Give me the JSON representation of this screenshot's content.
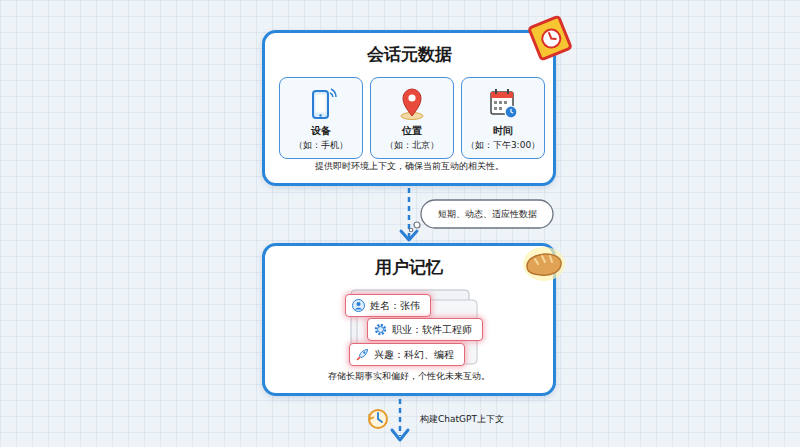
{
  "diagram": {
    "nodes": [
      {
        "text": [
          "会话元数据",
          "提供即时环境上下文，确保当前互动的相关性。"
        ]
      },
      {
        "text": [
          "设备",
          "（如：手机）"
        ],
        "in": 0
      },
      {
        "text": [
          "位置",
          "（如：北京）"
        ],
        "in": 0
      },
      {
        "text": [
          "时间",
          "（如：下午3:00）"
        ],
        "in": 0
      },
      {
        "text": [
          "用户记忆",
          "存储长期事实和偏好，个性化未来互动。"
        ]
      },
      {
        "text": [
          "姓名：张伟"
        ],
        "in": 4
      },
      {
        "text": [
          "职业：软件工程师"
        ],
        "in": 4
      },
      {
        "text": [
          "兴趣：科幻、编程"
        ],
        "in": 4
      },
      {
        "text": [
          "短期、动态、适应性数据"
        ]
      }
    ],
    "edges": [
      {
        "from": 0,
        "to": 4,
        "arrow": "to"
      }
    ],
    "labels": [
      "构建ChatGPT上下文"
    ]
  }
}
